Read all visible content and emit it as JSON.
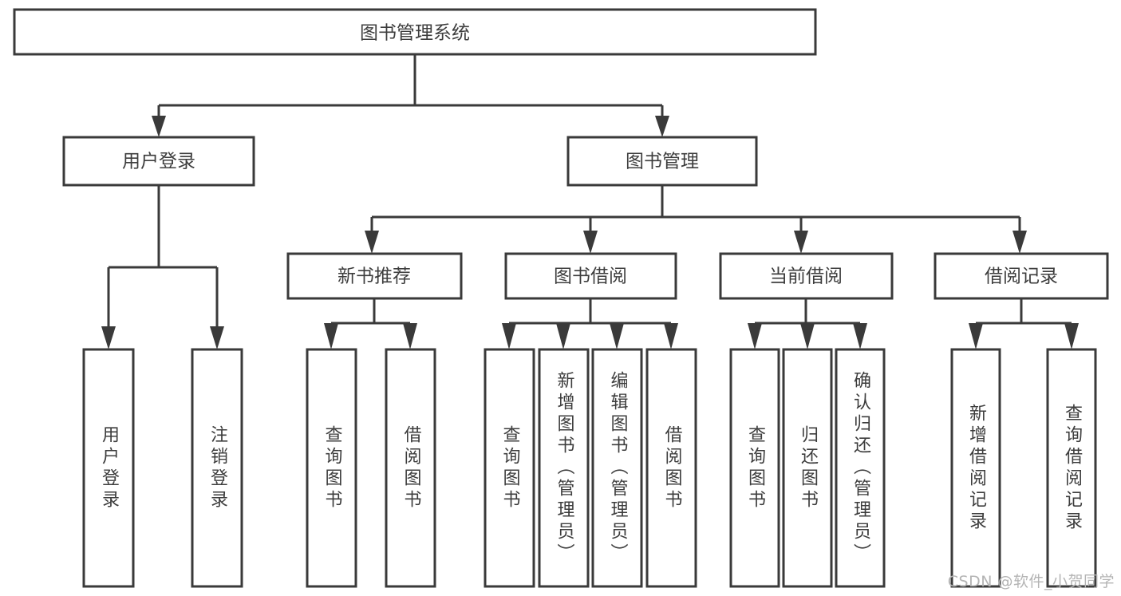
{
  "diagram": {
    "title": "图书管理系统",
    "watermark": "CSDN @软件_小贺同学",
    "colors": {
      "stroke": "#3a3a3a",
      "text": "#3d3d3d",
      "background": "#ffffff",
      "watermark": "#b4b4b4"
    },
    "root": {
      "label": "图书管理系统"
    },
    "level2": [
      {
        "label": "用户登录"
      },
      {
        "label": "图书管理"
      }
    ],
    "level3": [
      {
        "label": "新书推荐"
      },
      {
        "label": "图书借阅"
      },
      {
        "label": "当前借阅"
      },
      {
        "label": "借阅记录"
      }
    ],
    "leaves": {
      "user_login": [
        {
          "label": "用户登录"
        },
        {
          "label": "注销登录"
        }
      ],
      "new_book_recommend": [
        {
          "label": "查询图书"
        },
        {
          "label": "借阅图书"
        }
      ],
      "book_borrow": [
        {
          "label": "查询图书"
        },
        {
          "label": "新增图书（管理员）"
        },
        {
          "label": "编辑图书（管理员）"
        },
        {
          "label": "借阅图书"
        }
      ],
      "current_borrow": [
        {
          "label": "查询图书"
        },
        {
          "label": "归还图书"
        },
        {
          "label": "确认归还（管理员）"
        }
      ],
      "borrow_record": [
        {
          "label": "新增借阅记录"
        },
        {
          "label": "查询借阅记录"
        }
      ]
    }
  }
}
